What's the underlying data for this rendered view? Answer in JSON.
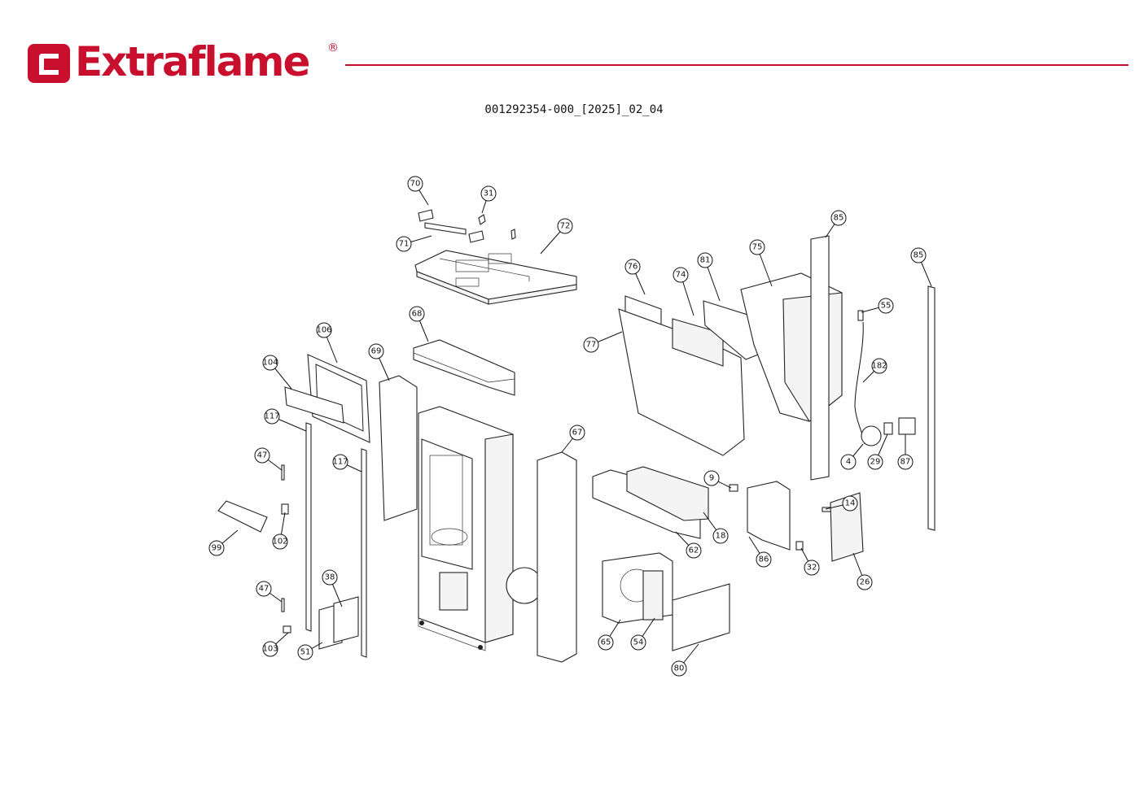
{
  "brand": {
    "name": "Extraflame",
    "registered": "®",
    "color": "#c8102e"
  },
  "document": {
    "code": "001292354-000_[2025]_02_04"
  },
  "diagram": {
    "title": "exploded view",
    "callouts": [
      "70",
      "31",
      "72",
      "71",
      "85",
      "85",
      "75",
      "81",
      "76",
      "74",
      "77",
      "55",
      "182",
      "68",
      "106",
      "69",
      "104",
      "117",
      "117",
      "47",
      "102",
      "99",
      "47",
      "103",
      "51",
      "38",
      "67",
      "9",
      "18",
      "62",
      "86",
      "14",
      "32",
      "26",
      "65",
      "54",
      "80",
      "4",
      "29",
      "87"
    ]
  }
}
